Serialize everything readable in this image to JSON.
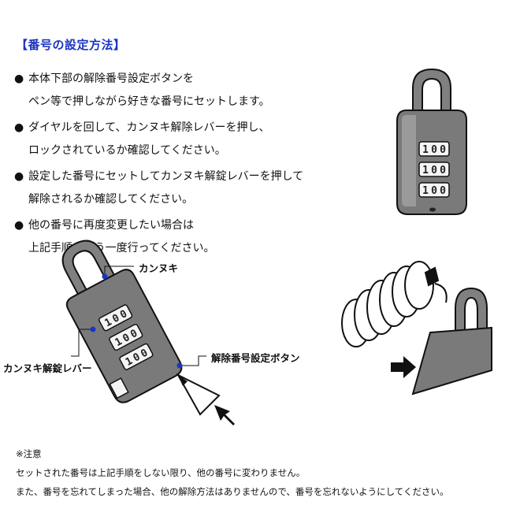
{
  "header": {
    "title": "【番号の設定方法】"
  },
  "steps": [
    {
      "bullet": "●",
      "lines": [
        "本体下部の解除番号設定ボタンを",
        "ペン等で押しながら好きな番号にセットします。"
      ]
    },
    {
      "bullet": "●",
      "lines": [
        "ダイヤルを回して、カンヌキ解除レバーを押し、",
        "ロックされているか確認してください。"
      ]
    },
    {
      "bullet": "●",
      "lines": [
        "設定した番号にセットしてカンヌキ解錠レバーを押して",
        "解除されるか確認してください。"
      ]
    },
    {
      "bullet": "●",
      "lines": [
        "他の番号に再度変更したい場合は",
        "上記手順をもう一度行ってください。"
      ]
    }
  ],
  "callouts": {
    "shackle": "カンヌキ",
    "release_lever": "カンヌキ解錠レバー",
    "reset_button": "解除番号設定ボタン"
  },
  "dial_digits": {
    "top": [
      "1",
      "0",
      "0"
    ],
    "middle": [
      "1",
      "0",
      "0"
    ],
    "bottom": [
      "1",
      "0",
      "0"
    ]
  },
  "notes": {
    "heading": "※注意",
    "line1": "セットされた番号は上記手順をしない限り、他の番号に変わりません。",
    "line2": "また、番号を忘れてしまった場合、他の解除方法はありませんので、番号を忘れないようにしてください。"
  },
  "colors": {
    "title": "#1a34c4",
    "lock_body": "#7a7a7a",
    "callout_dot": "#1a34c4"
  }
}
